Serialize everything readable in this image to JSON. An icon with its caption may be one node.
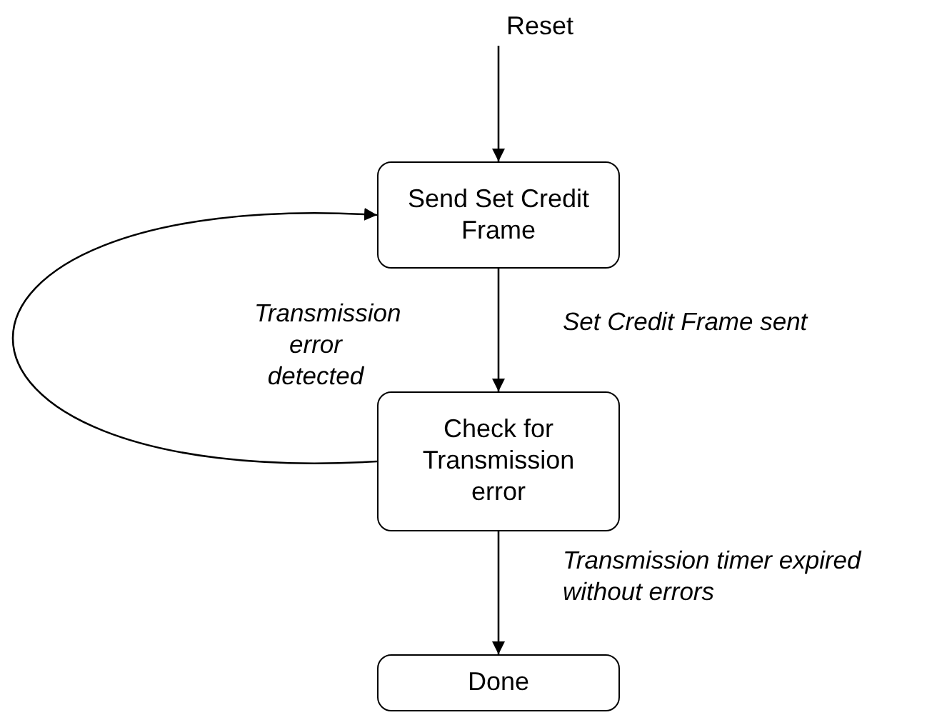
{
  "diagram": {
    "nodes": [
      {
        "text": [
          "Reset"
        ]
      },
      {
        "text": [
          "Send Set Credit Frame"
        ]
      },
      {
        "text": [
          "Check for Transmission error"
        ]
      },
      {
        "text": [
          "Done"
        ]
      }
    ],
    "edges": [
      {
        "from": 0,
        "to": 1,
        "arrow": "to"
      },
      {
        "from": 1,
        "to": 2,
        "arrow": "to",
        "label": "Set Credit Frame sent"
      },
      {
        "from": 2,
        "to": 1,
        "arrow": "to",
        "label": "Transmission error detected"
      },
      {
        "from": 2,
        "to": 3,
        "arrow": "to",
        "label": "Transmission timer expired without errors"
      }
    ]
  }
}
